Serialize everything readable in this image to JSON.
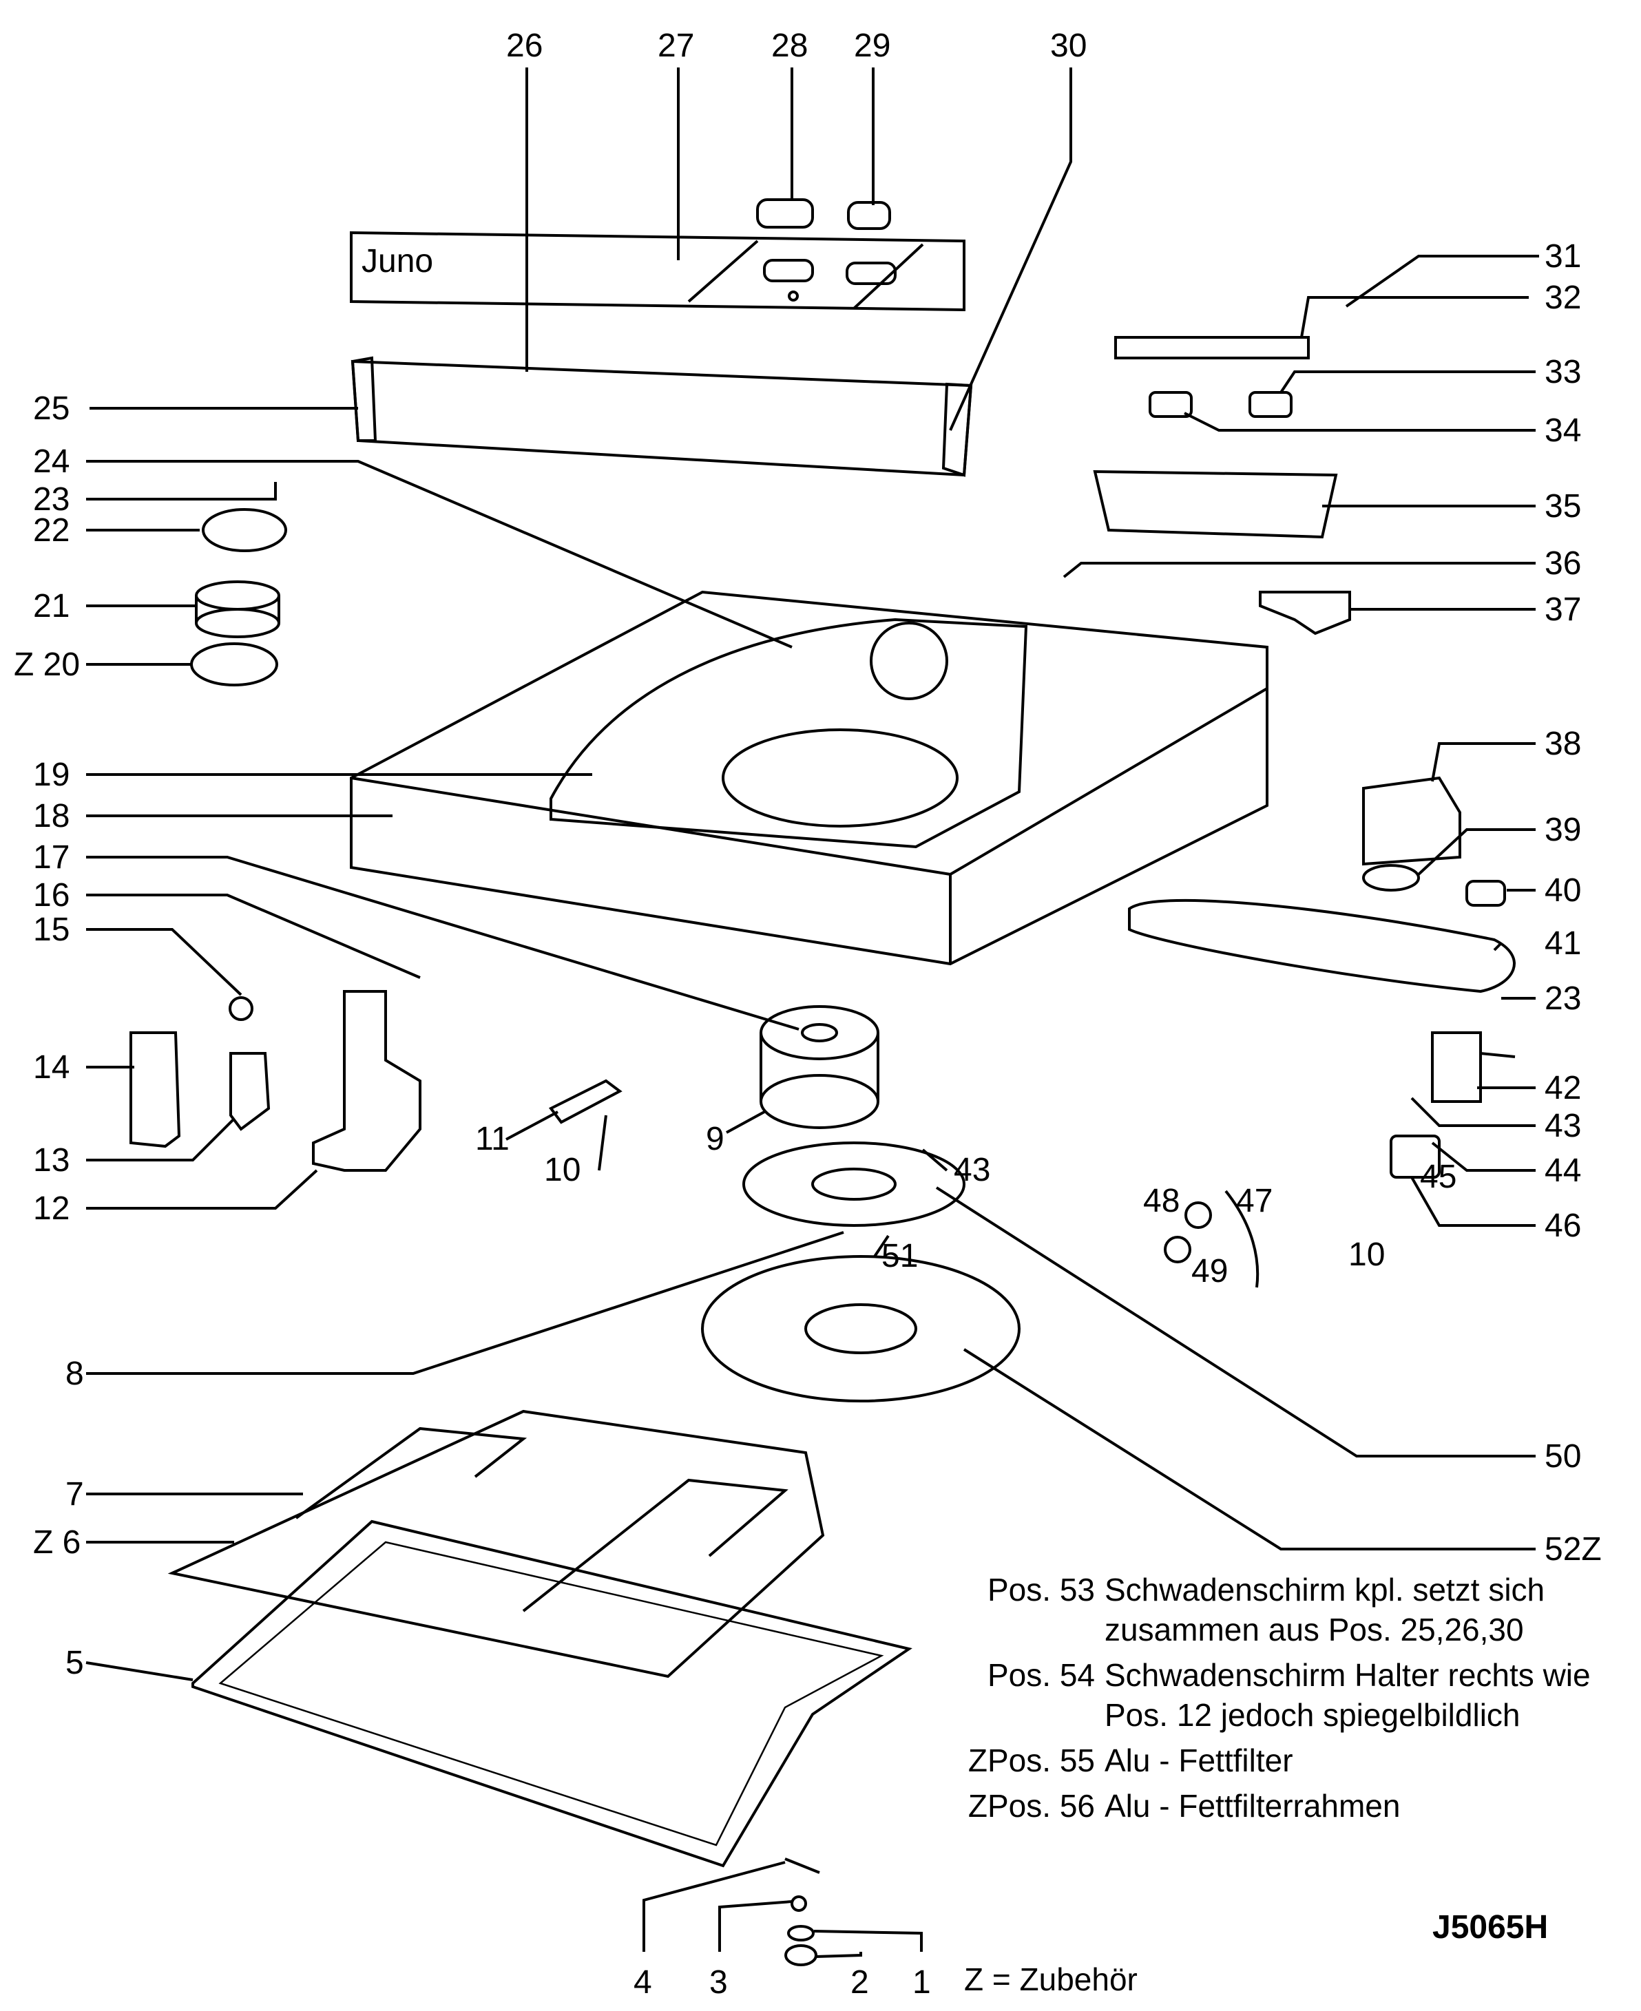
{
  "labels": {
    "l26": "26",
    "l27": "27",
    "l28": "28",
    "l29": "29",
    "l30": "30",
    "l31": "31",
    "l32": "32",
    "l33": "33",
    "l34": "34",
    "l35": "35",
    "l36": "36",
    "l37": "37",
    "l38": "38",
    "l39": "39",
    "l40": "40",
    "l41": "41",
    "l23b": "23",
    "l42": "42",
    "l43b": "43",
    "l44": "44",
    "l45": "45",
    "l46": "46",
    "l10c": "10",
    "l47": "47",
    "l48": "48",
    "l49": "49",
    "l25": "25",
    "l24": "24",
    "l23": "23",
    "l22": "22",
    "l21": "21",
    "lz20": "Z 20",
    "l19": "19",
    "l18": "18",
    "l17": "17",
    "l16": "16",
    "l15": "15",
    "l14": "14",
    "l13": "13",
    "l12": "12",
    "l11": "11",
    "l10": "10",
    "l9": "9",
    "l43": "43",
    "l51": "51",
    "l8": "8",
    "l50": "50",
    "l52z": "52Z",
    "l7": "7",
    "lz6": "Z 6",
    "l5": "5",
    "l4": "4",
    "l3": "3",
    "l2": "2",
    "l1": "1"
  },
  "brand_mark": "Juno",
  "notes": [
    {
      "pos": "Pos. 53",
      "text": "Schwadenschirm kpl. setzt sich zusammen aus Pos. 25,26,30"
    },
    {
      "pos": "Pos. 54",
      "text": "Schwadenschirm Halter rechts wie Pos. 12 jedoch spiegelbildlich"
    },
    {
      "pos": "ZPos. 55",
      "text": "Alu - Fettfilter"
    },
    {
      "pos": "ZPos. 56",
      "text": "Alu - Fettfilterrahmen"
    }
  ],
  "drawing_code": "J5065H",
  "legend": "Z = Zubehör"
}
